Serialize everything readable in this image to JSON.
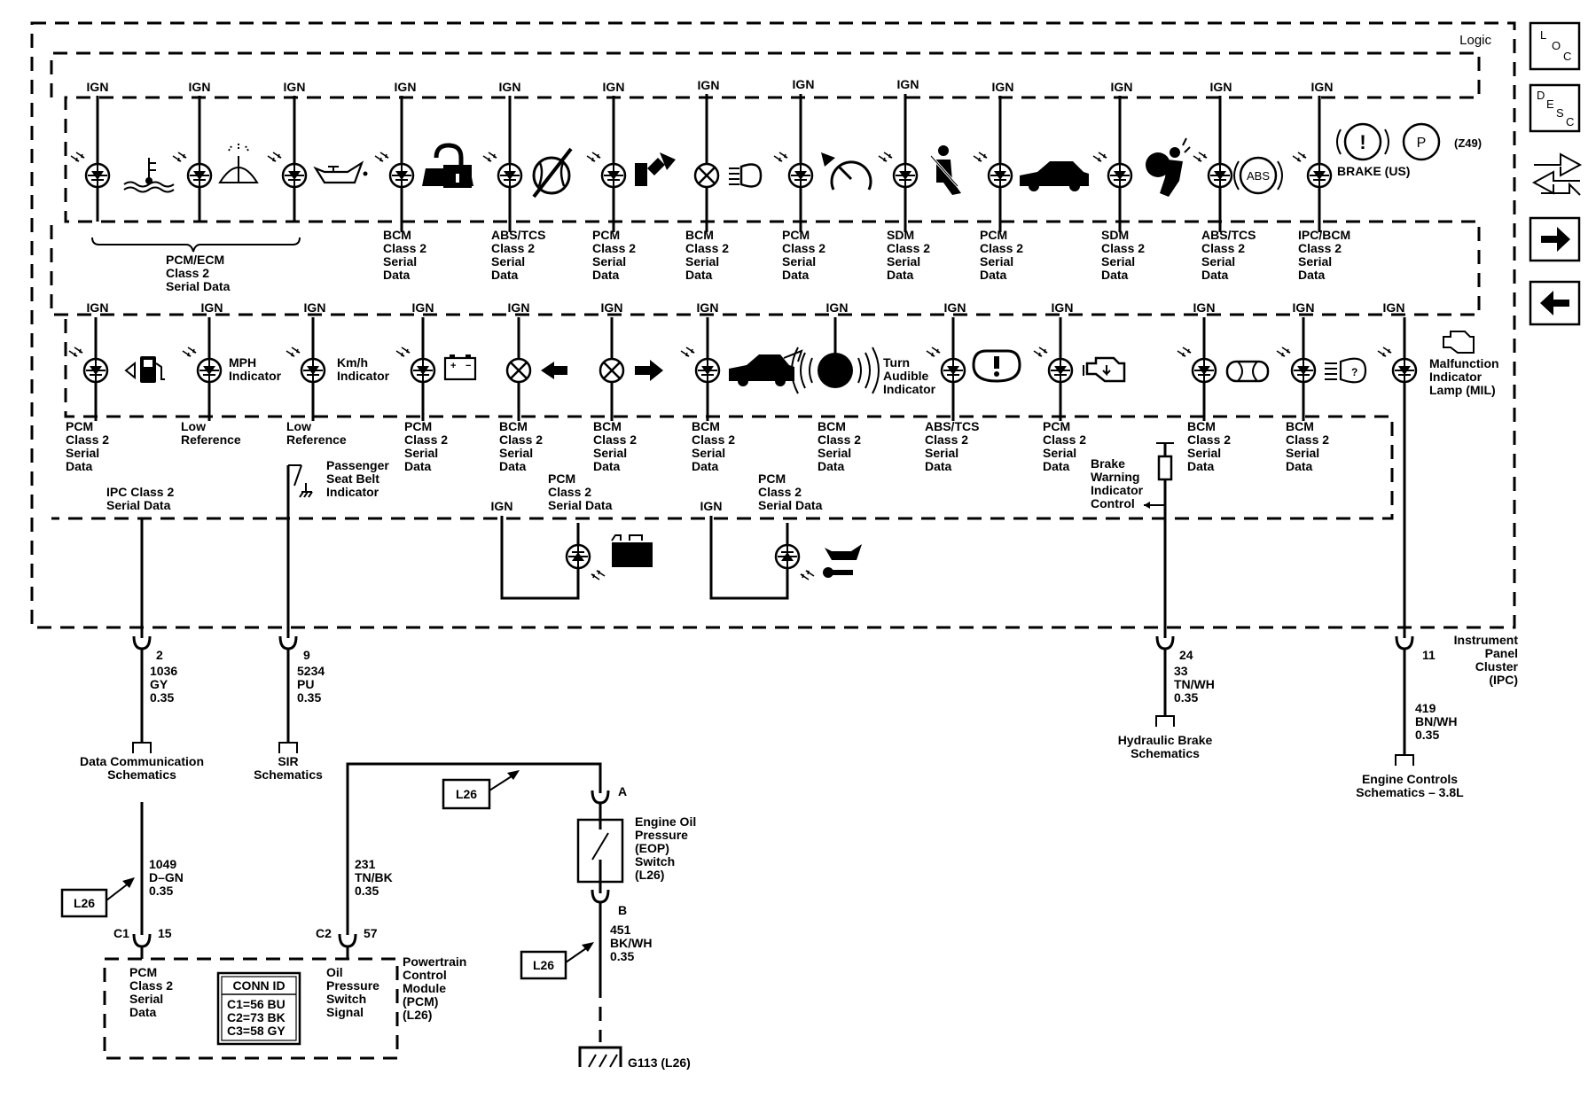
{
  "diagram": {
    "title": "Logic",
    "nav": {
      "loc": [
        "L",
        "O",
        "C"
      ],
      "desc": [
        "D",
        "E",
        "S",
        "C"
      ]
    },
    "ign": "IGN",
    "row1": [
      {
        "label": "",
        "icon": "coolant-temp-icon"
      },
      {
        "label": "",
        "icon": "washer-fluid-icon"
      },
      {
        "label": "",
        "icon": "oil-can-icon"
      },
      {
        "label": [
          "BCM",
          "Class 2",
          "Serial",
          "Data"
        ],
        "icon": "security-lock-icon"
      },
      {
        "label": [
          "ABS/TCS",
          "Class 2",
          "Serial",
          "Data"
        ],
        "icon": "traction-off-icon"
      },
      {
        "label": [
          "PCM",
          "Class 2",
          "Serial",
          "Data"
        ],
        "icon": "fuel-pump-icon"
      },
      {
        "label": [
          "BCM",
          "Class 2",
          "Serial",
          "Data"
        ],
        "icon": "headlamp-icon"
      },
      {
        "label": [
          "PCM",
          "Class 2",
          "Serial",
          "Data"
        ],
        "icon": "cruise-control-icon"
      },
      {
        "label": [
          "SDM",
          "Class 2",
          "Serial",
          "Data"
        ],
        "icon": "seat-belt-icon"
      },
      {
        "label": [
          "PCM",
          "Class 2",
          "Serial",
          "Data"
        ],
        "icon": "car-icon"
      },
      {
        "label": [
          "SDM",
          "Class 2",
          "Serial",
          "Data"
        ],
        "icon": "airbag-icon"
      },
      {
        "label": [
          "ABS/TCS",
          "Class 2",
          "Serial",
          "Data"
        ],
        "icon": "abs-icon"
      },
      {
        "label": [
          "IPC/BCM",
          "Class 2",
          "Serial",
          "Data"
        ],
        "icon": "brake-icon"
      }
    ],
    "row1_group_label": [
      "PCM/ECM",
      "Class 2",
      "Serial Data"
    ],
    "abs_text": "ABS",
    "brake_text": "BRAKE (US)",
    "brake_park": "P",
    "brake_excl": "!",
    "z49": "(Z49)",
    "row2": [
      {
        "label": [
          "PCM",
          "Class 2",
          "Serial",
          "Data"
        ],
        "icon": "fuel-icon"
      },
      {
        "label": [
          "Low",
          "Reference"
        ],
        "icon_text": [
          "MPH",
          "Indicator"
        ]
      },
      {
        "label": [
          "Low",
          "Reference"
        ],
        "icon_text": [
          "Km/h",
          "Indicator"
        ]
      },
      {
        "label": [
          "PCM",
          "Class 2",
          "Serial",
          "Data"
        ],
        "icon": "battery-icon"
      },
      {
        "label": [
          "BCM",
          "Class 2",
          "Serial",
          "Data"
        ],
        "icon": "turn-left-icon"
      },
      {
        "label": [
          "BCM",
          "Class 2",
          "Serial",
          "Data"
        ],
        "icon": "turn-right-icon"
      },
      {
        "label": [
          "BCM",
          "Class 2",
          "Serial",
          "Data"
        ],
        "icon": "car-open-icon"
      },
      {
        "label": [
          "BCM",
          "Class 2",
          "Serial",
          "Data"
        ],
        "icon_text": [
          "Turn",
          "Audible",
          "Indicator"
        ]
      },
      {
        "label": [
          "ABS/TCS",
          "Class 2",
          "Serial",
          "Data"
        ],
        "icon": "tire-pressure-icon"
      },
      {
        "label": [
          "PCM",
          "Class 2",
          "Serial",
          "Data"
        ],
        "icon": "engine-icon"
      },
      {
        "label": [
          "BCM",
          "Class 2",
          "Serial",
          "Data"
        ],
        "icon": "fog-lamp-icon"
      },
      {
        "label": [
          "BCM",
          "Class 2",
          "Serial",
          "Data"
        ],
        "icon": "lamp-out-icon"
      },
      {
        "label": "",
        "icon_text": [
          "Malfunction",
          "Indicator",
          "Lamp (MIL)"
        ]
      }
    ],
    "lamp_out_q": "?",
    "ipc_class2": [
      "IPC Class 2",
      "Serial Data"
    ],
    "passenger_belt": [
      "Passenger",
      "Seat Belt",
      "Indicator"
    ],
    "pcm_sub_1": [
      "PCM",
      "Class 2",
      "Serial Data"
    ],
    "pcm_sub_2": [
      "PCM",
      "Class 2",
      "Serial Data"
    ],
    "brake_warning": [
      "Brake",
      "Warning",
      "Indicator",
      "Control"
    ],
    "ipc_label": [
      "Instrument",
      "Panel",
      "Cluster",
      "(IPC)"
    ],
    "wires": {
      "w1": [
        "2",
        "1036",
        "GY",
        "0.35"
      ],
      "w2": [
        "9",
        "5234",
        "PU",
        "0.35"
      ],
      "w3": [
        "24",
        "33",
        "TN/WH",
        "0.35"
      ],
      "w4": [
        "11"
      ],
      "w4b": [
        "419",
        "BN/WH",
        "0.35"
      ],
      "w5": [
        "1049",
        "D–GN",
        "0.35"
      ],
      "w6": [
        "231",
        "TN/BK",
        "0.35"
      ],
      "w7": [
        "451",
        "BK/WH",
        "0.35"
      ]
    },
    "data_comm": [
      "Data Communication",
      "Schematics"
    ],
    "sir": [
      "SIR",
      "Schematics"
    ],
    "hydraulic": [
      "Hydraulic Brake",
      "Schematics"
    ],
    "engine_controls": [
      "Engine Controls",
      "Schematics – 3.8L"
    ],
    "l26": "L26",
    "eop_switch": [
      "Engine Oil",
      "Pressure",
      "(EOP)",
      "Switch",
      "(L26)"
    ],
    "pin_a": "A",
    "pin_b": "B",
    "c1": "C1",
    "c1_pin": "15",
    "c2": "C2",
    "c2_pin": "57",
    "pcm_box": {
      "signal1": [
        "PCM",
        "Class 2",
        "Serial",
        "Data"
      ],
      "signal2": [
        "Oil",
        "Pressure",
        "Switch",
        "Signal"
      ],
      "name": [
        "Powertrain",
        "Control",
        "Module",
        "(PCM)",
        "(L26)"
      ],
      "conn_title": "CONN ID",
      "conn": [
        "C1=56 BU",
        "C2=73 BK",
        "C3=58 GY"
      ]
    },
    "ground": "G113 (L26)"
  }
}
